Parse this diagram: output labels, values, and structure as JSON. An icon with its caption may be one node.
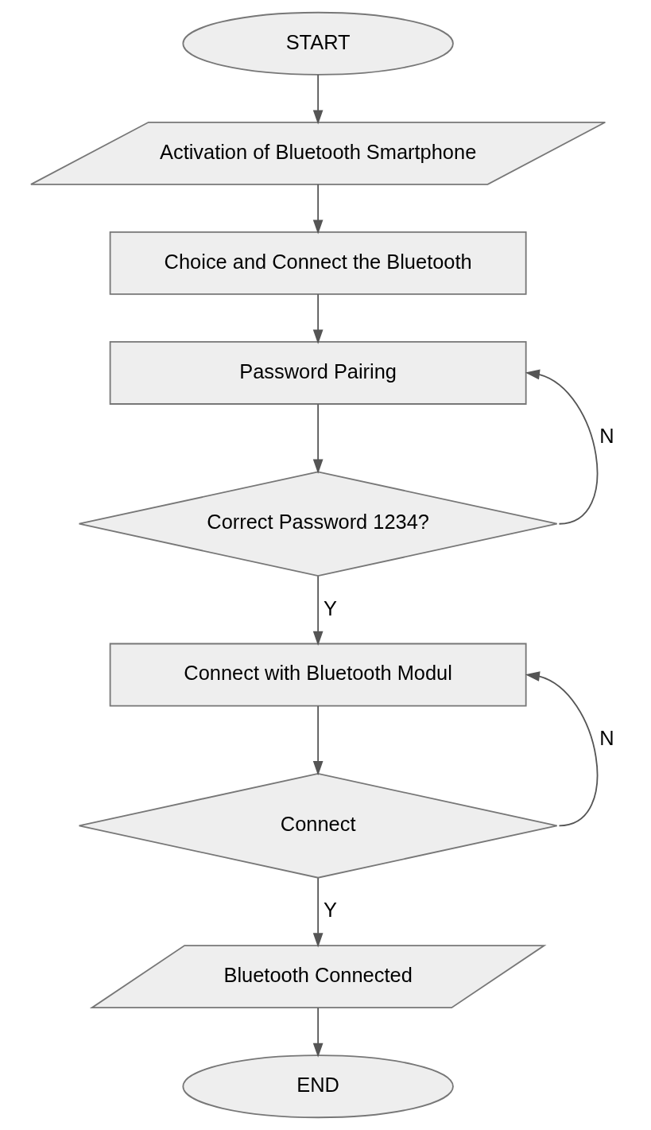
{
  "diagram": {
    "nodes": [
      {
        "text": [
          "START"
        ]
      },
      {
        "text": [
          "Activation of Bluetooth Smartphone"
        ]
      },
      {
        "text": [
          "Choice and Connect the Bluetooth"
        ]
      },
      {
        "text": [
          "Password Pairing"
        ]
      },
      {
        "text": [
          "Correct Password 1234?"
        ]
      },
      {
        "text": [
          "Connect with Bluetooth Modul"
        ]
      },
      {
        "text": [
          "Connect"
        ]
      },
      {
        "text": [
          "Bluetooth Connected"
        ]
      },
      {
        "text": [
          "END"
        ]
      }
    ],
    "edges": [
      {
        "from": 0,
        "to": 1,
        "arrow": "to"
      },
      {
        "from": 1,
        "to": 2,
        "arrow": "to"
      },
      {
        "from": 2,
        "to": 3,
        "arrow": "to"
      },
      {
        "from": 3,
        "to": 4,
        "arrow": "to"
      },
      {
        "from": 4,
        "to": 5,
        "arrow": "to",
        "label": "Y"
      },
      {
        "from": 4,
        "to": 3,
        "arrow": "to",
        "label": "N"
      },
      {
        "from": 5,
        "to": 6,
        "arrow": "to"
      },
      {
        "from": 6,
        "to": 7,
        "arrow": "to",
        "label": "Y"
      },
      {
        "from": 6,
        "to": 5,
        "arrow": "to",
        "label": "N"
      },
      {
        "from": 7,
        "to": 8,
        "arrow": "to"
      }
    ]
  }
}
